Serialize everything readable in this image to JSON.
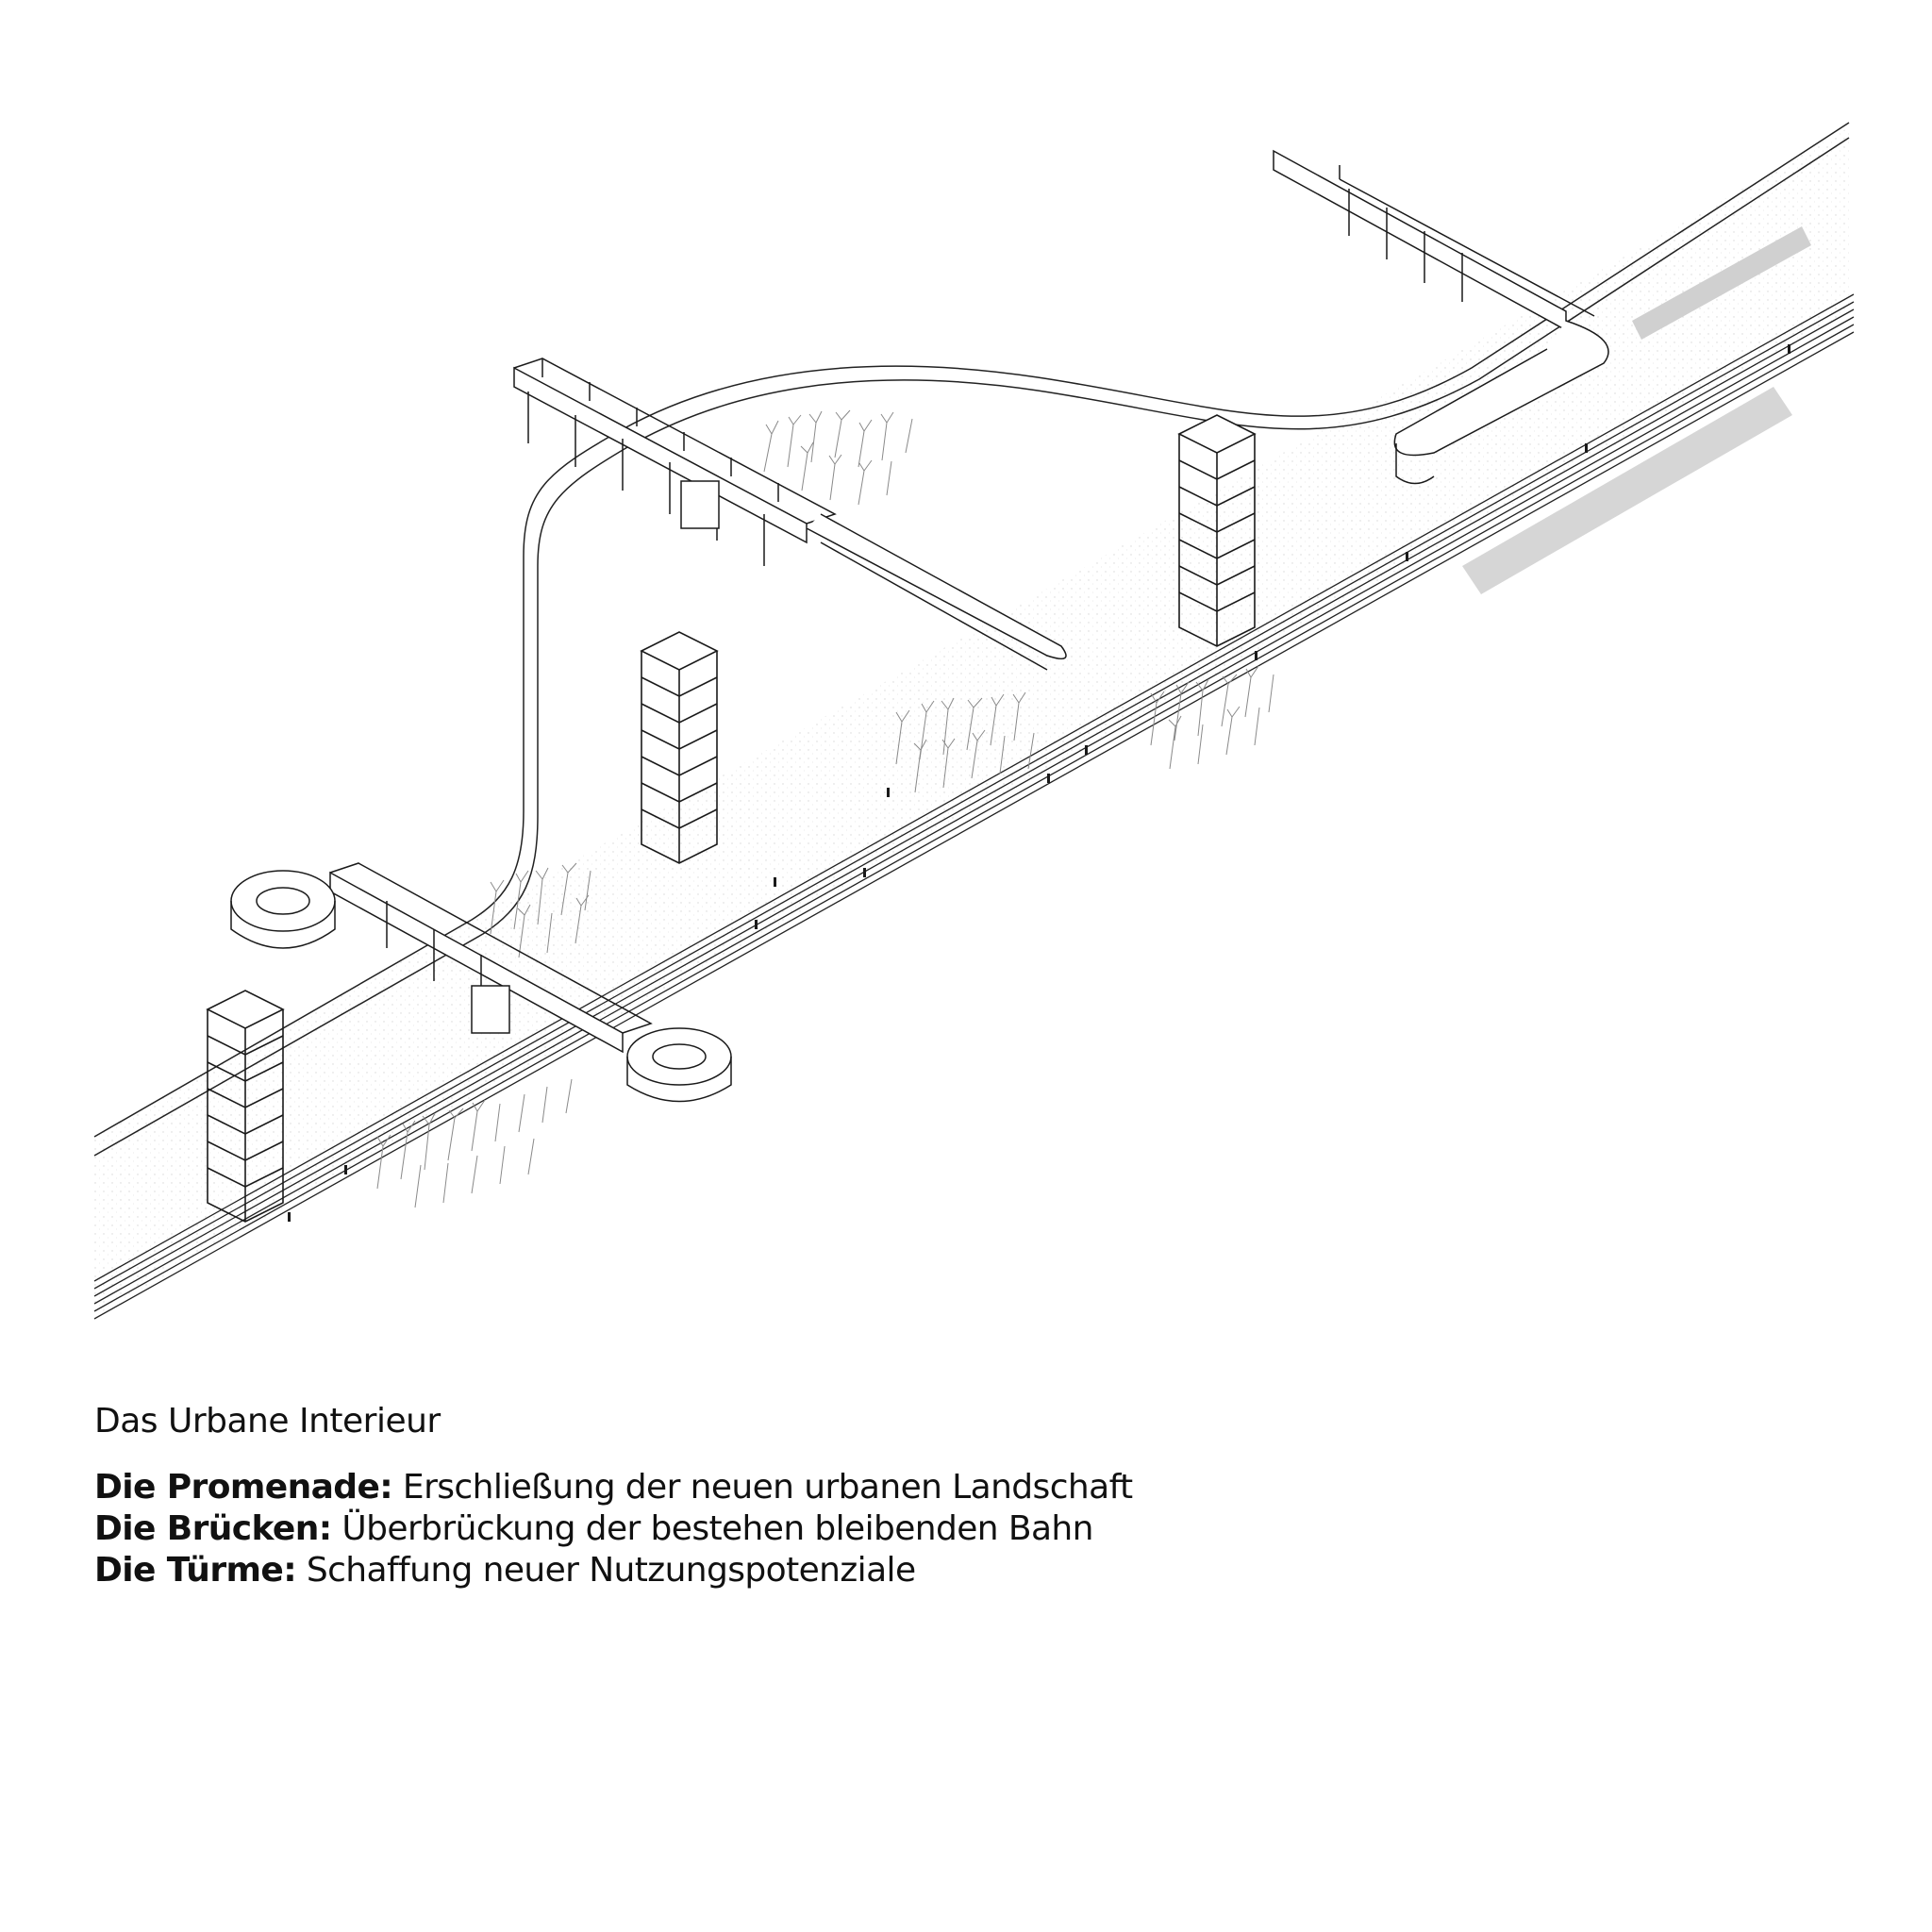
{
  "caption": {
    "title": "Das Urbane Interieur",
    "items": [
      {
        "term": "Die Promenade:",
        "text": " Erschließung der neuen urbanen Landschaft"
      },
      {
        "term": "Die Brücken:",
        "text": " Überbrückung der bestehen bleibenden Bahn"
      },
      {
        "term": "Die Türme:",
        "text": " Schaffung neuer Nutzungspotenziale"
      }
    ]
  },
  "colors": {
    "line": "#1a1a1a",
    "thin": "#555555",
    "tree": "#8a8a8a",
    "ground": "#cfcfcf"
  }
}
